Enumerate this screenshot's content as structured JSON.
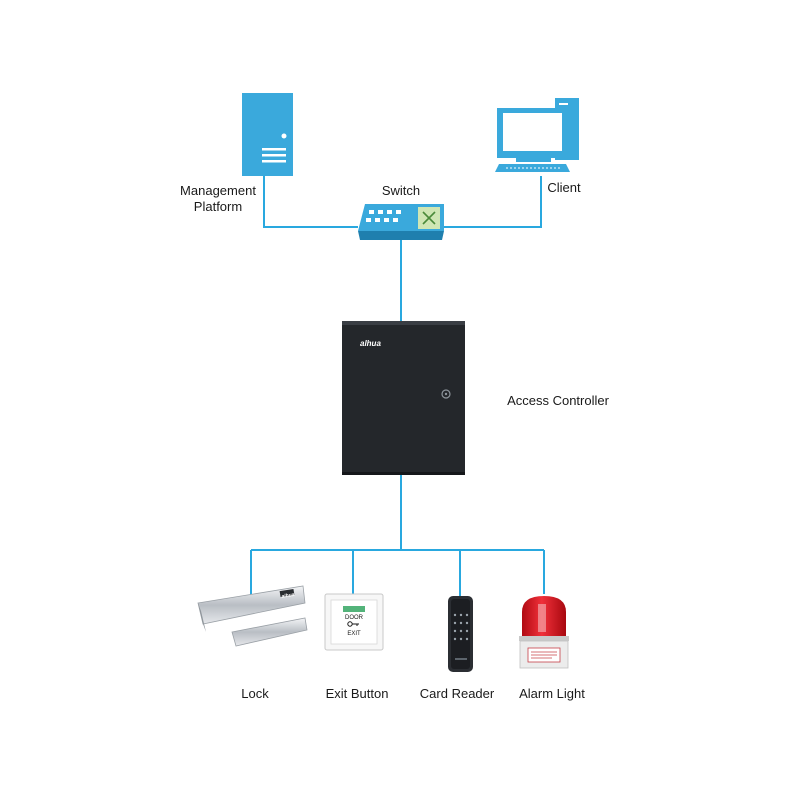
{
  "colors": {
    "link": "#29a8df",
    "device_blue": "#3aa9dc",
    "controller": "#24272b",
    "alarm_red": "#d0121b"
  },
  "nodes": {
    "management_platform": {
      "line1": "Management",
      "line2": "Platform",
      "icon": "server-icon"
    },
    "switch": {
      "label": "Switch",
      "icon": "network-switch-icon"
    },
    "client": {
      "label": "Client",
      "icon": "desktop-computer-icon"
    },
    "access_controller": {
      "label": "Access Controller",
      "brand": "alhua",
      "icon": "access-controller-cabinet"
    },
    "lock": {
      "label": "Lock",
      "brand": "alhua",
      "icon": "magnetic-lock-icon"
    },
    "exit_button": {
      "label": "Exit Button",
      "text_top": "DOOR",
      "text_bottom": "EXIT",
      "icon": "exit-button-icon"
    },
    "card_reader": {
      "label": "Card Reader",
      "icon": "card-reader-icon"
    },
    "alarm_light": {
      "label": "Alarm Light",
      "icon": "alarm-light-icon"
    }
  }
}
